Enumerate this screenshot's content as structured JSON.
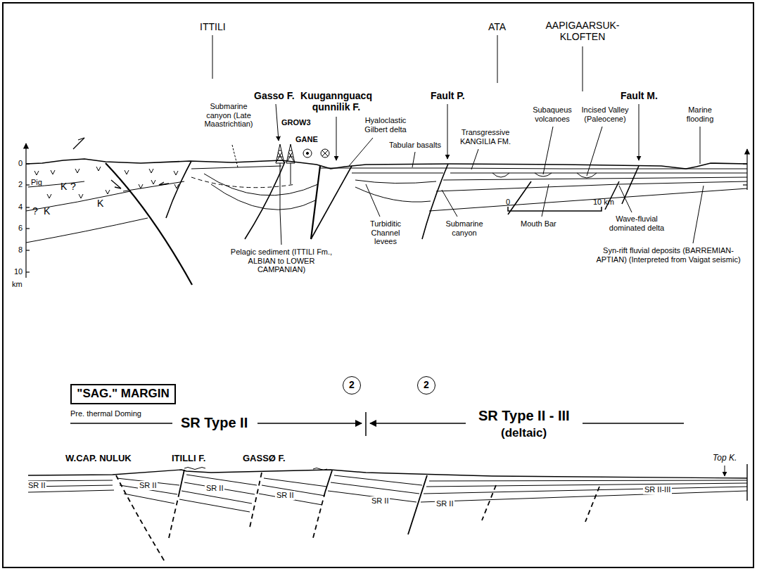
{
  "diagram": {
    "nodes": [
      {
        "text": [
          "\"SAG.\" MARGIN"
        ]
      },
      {
        "text": [
          "2"
        ]
      },
      {
        "text": [
          "2"
        ]
      }
    ],
    "labels": [
      "ITTILI",
      "Gasso F.",
      "Kuugannguacq qunnilik F.",
      "Fault P.",
      "ATA",
      "AAPIGAARSUK- KLOFTEN",
      "Fault M.",
      "Submarine canyon (Late Maastrichtian)",
      "GROW3",
      "GANE",
      "Hyaloclastic Gilbert delta",
      "Tabular basalts",
      "Transgressive KANGILIA FM.",
      "Subaqueus volcanoes",
      "Incised Valley (Paleocene)",
      "Marine flooding",
      "0",
      "2",
      "4",
      "6",
      "8",
      "10",
      "km",
      "Pig",
      "K",
      "?",
      "?",
      "K",
      "K",
      "Turbiditic Channel levees",
      "Pelagic sediment (ITTILI Fm., ALBIAN to LOWER CAMPANIAN)",
      "Submarine canyon",
      "Mouth Bar",
      "Wave-fluvial dominated delta",
      "Syn-rift fluvial deposits (BARREMIAN-APTIAN) (Interpreted from Vaigat seismic)",
      "0",
      "10 km",
      "Pre. thermal Doming",
      "SR Type II",
      "SR Type II - III",
      "(deltaic)",
      "W.CAP. NULUK",
      "ITILLI F.",
      "GASSØ F.",
      "Top K.",
      "SR II",
      "SR II",
      "SR II",
      "SR II",
      "SR II",
      "SR II",
      "SR II-III"
    ]
  }
}
